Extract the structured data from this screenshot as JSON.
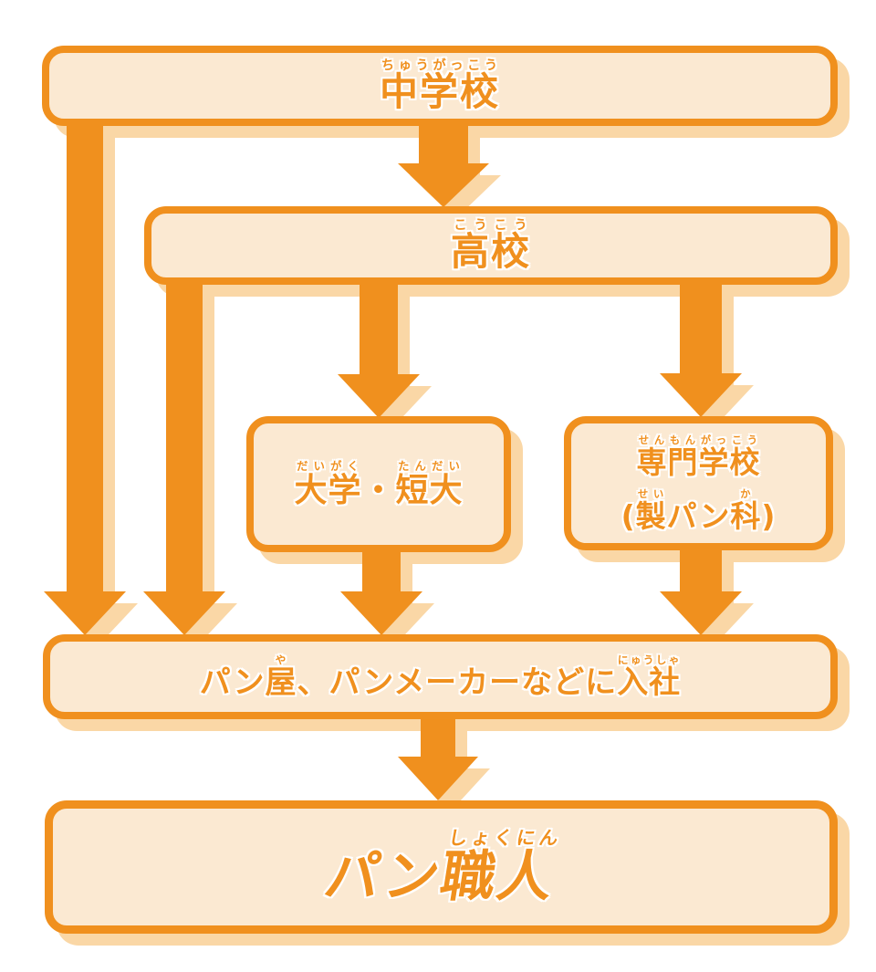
{
  "palette": {
    "orange": "#F0901E",
    "box_fill": "#FBE9D2",
    "shadow": "#FAD7A6",
    "background": "#FFFFFF",
    "text_outline": "#FFFFFF"
  },
  "nodes": {
    "chugakko": {
      "label": "中学校",
      "lines": [
        [
          {
            "b": "中学校",
            "r": "ちゅうがっこう"
          }
        ]
      ]
    },
    "koko": {
      "label": "高校",
      "lines": [
        [
          {
            "b": "高校",
            "r": "こうこう"
          }
        ]
      ]
    },
    "daigaku_tandai": {
      "label": "大学・短大",
      "lines": [
        [
          {
            "b": "大学",
            "r": "だいがく"
          },
          {
            "b": "・",
            "r": ""
          },
          {
            "b": "短大",
            "r": "たんだい"
          }
        ]
      ]
    },
    "senmongakko": {
      "label": "専門学校(製パン科)",
      "lines": [
        [
          {
            "b": "専門学校",
            "r": "せんもんがっこう"
          }
        ],
        [
          {
            "b": "(",
            "r": ""
          },
          {
            "b": "製",
            "r": "せい"
          },
          {
            "b": "パン",
            "r": ""
          },
          {
            "b": "科",
            "r": "か"
          },
          {
            "b": ")",
            "r": ""
          }
        ]
      ]
    },
    "nyusha": {
      "label": "パン屋、パンメーカーなどに入社",
      "lines": [
        [
          {
            "b": "パン",
            "r": ""
          },
          {
            "b": "屋",
            "r": "や"
          },
          {
            "b": "、パンメーカーなどに",
            "r": ""
          },
          {
            "b": "入社",
            "r": "にゅうしゃ"
          }
        ]
      ]
    },
    "pan_shokunin": {
      "label": "パン職人",
      "lines": [
        [
          {
            "b": "パン",
            "r": ""
          },
          {
            "b": "職人",
            "r": "しょくにん"
          }
        ]
      ]
    }
  },
  "edges": [
    {
      "from": "chugakko",
      "to": "koko"
    },
    {
      "from": "chugakko",
      "to": "nyusha"
    },
    {
      "from": "koko",
      "to": "nyusha"
    },
    {
      "from": "koko",
      "to": "daigaku_tandai"
    },
    {
      "from": "koko",
      "to": "senmongakko"
    },
    {
      "from": "daigaku_tandai",
      "to": "nyusha"
    },
    {
      "from": "senmongakko",
      "to": "nyusha"
    },
    {
      "from": "nyusha",
      "to": "pan_shokunin"
    }
  ]
}
